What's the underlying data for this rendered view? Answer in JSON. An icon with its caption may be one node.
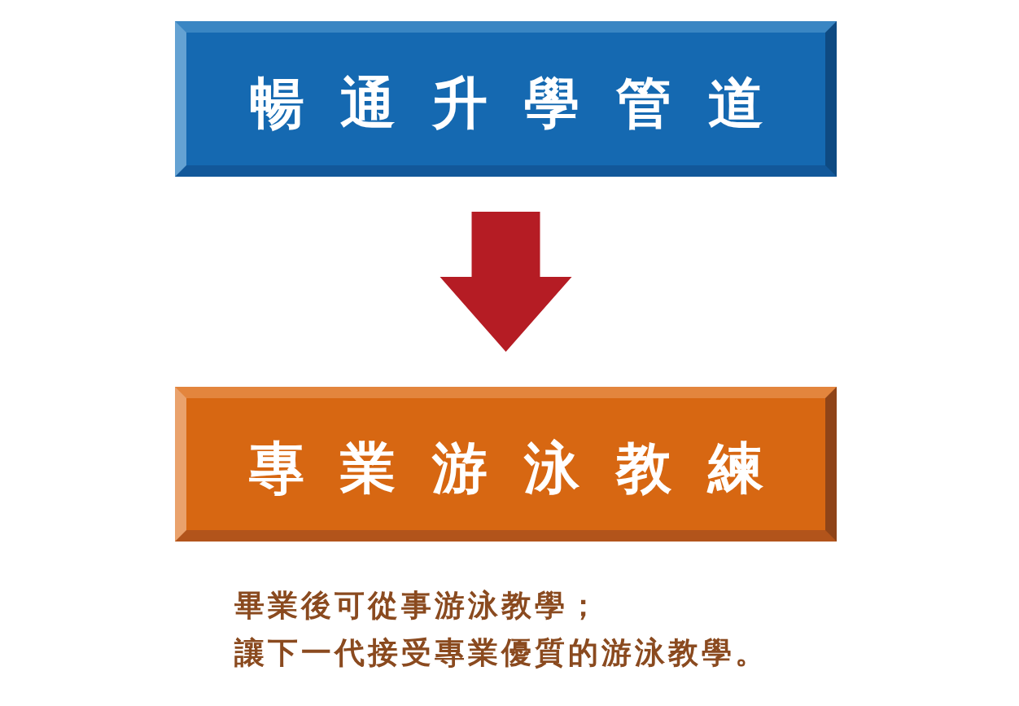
{
  "diagram": {
    "nodes": [
      {
        "text": [
          "暢通升學管道"
        ]
      },
      {
        "text": [
          "專業游泳教練"
        ]
      }
    ],
    "edges": [
      {
        "from": 0,
        "to": 1,
        "arrow": "to"
      }
    ],
    "labels": [
      "畢業後可從事游泳教學；",
      "讓下一代接受專業優質的游泳教學。"
    ]
  }
}
